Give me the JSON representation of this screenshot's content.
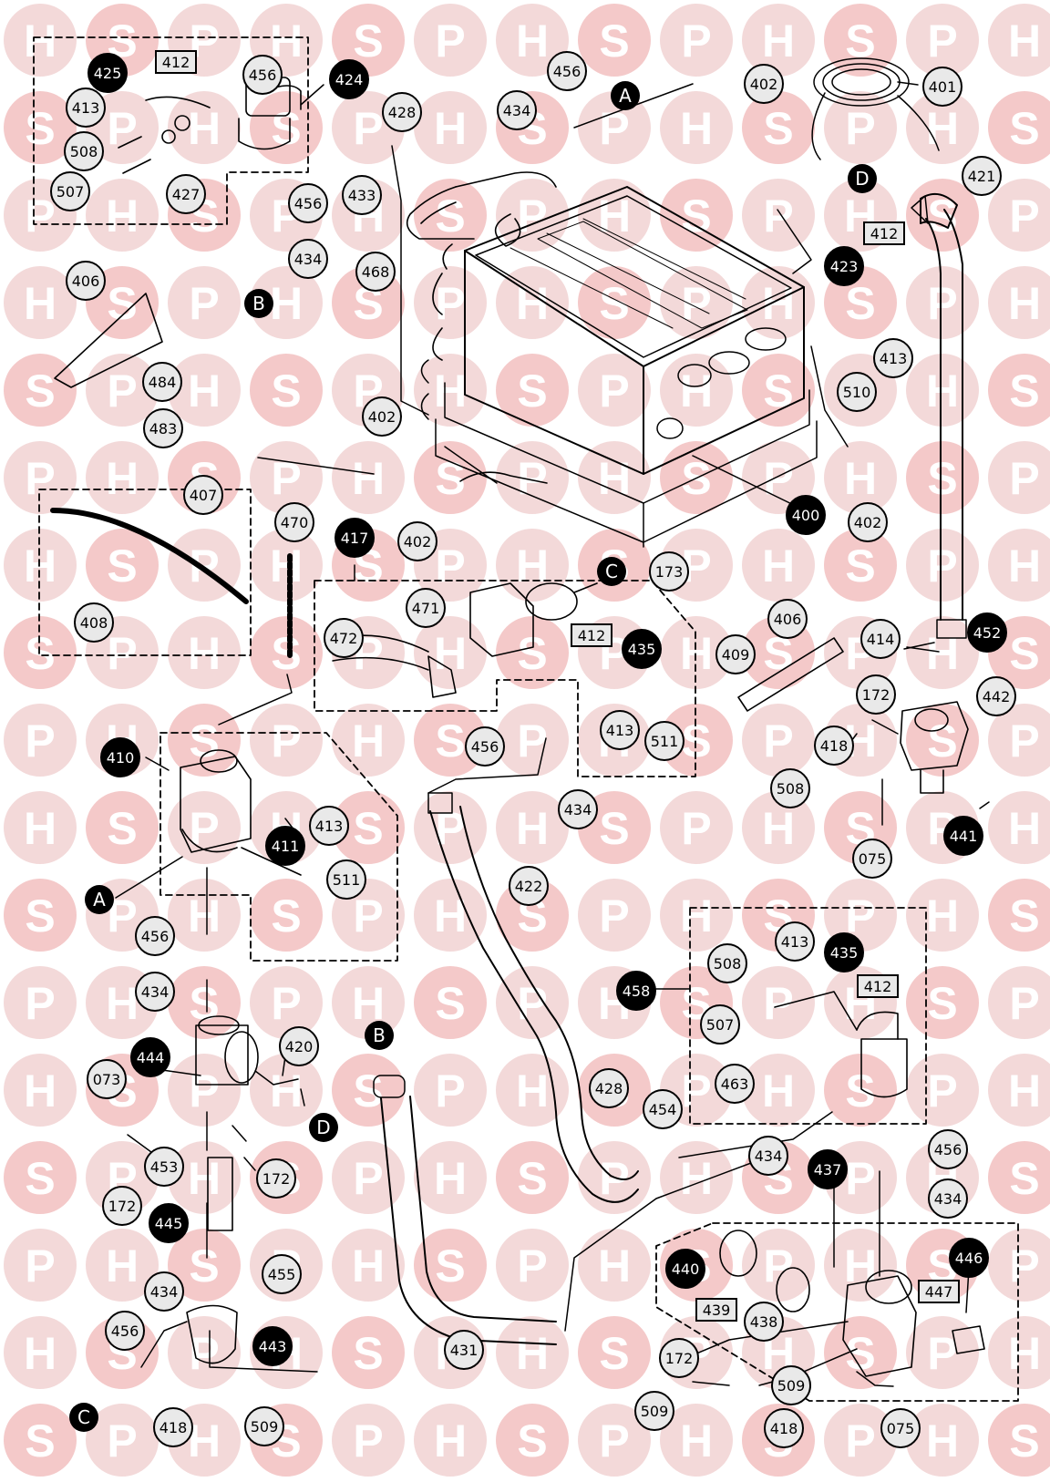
{
  "watermark": {
    "letters": [
      "H",
      "S",
      "P"
    ],
    "circle_color": "#f3d9d9",
    "letter_color": "#ffffff",
    "s_accent_color": "#f4c9c9"
  },
  "diagram": {
    "line_color": "#000000",
    "label_fill": "#e9e9e9",
    "filled_fill": "#000000",
    "parts": [
      {
        "id": "425",
        "style": "filled"
      },
      {
        "id": "412",
        "style": "box"
      },
      {
        "id": "424",
        "style": "filled"
      },
      {
        "id": "413",
        "style": "circle"
      },
      {
        "id": "508",
        "style": "circle"
      },
      {
        "id": "507",
        "style": "circle"
      },
      {
        "id": "427",
        "style": "circle"
      },
      {
        "id": "428",
        "style": "circle"
      },
      {
        "id": "433",
        "style": "circle"
      },
      {
        "id": "456",
        "style": "circle"
      },
      {
        "id": "434",
        "style": "circle"
      },
      {
        "id": "402",
        "style": "circle"
      },
      {
        "id": "401",
        "style": "circle"
      },
      {
        "id": "421",
        "style": "circle"
      },
      {
        "id": "423",
        "style": "filled"
      },
      {
        "id": "406",
        "style": "circle"
      },
      {
        "id": "468",
        "style": "circle"
      },
      {
        "id": "484",
        "style": "circle"
      },
      {
        "id": "483",
        "style": "circle"
      },
      {
        "id": "510",
        "style": "circle"
      },
      {
        "id": "400",
        "style": "filled"
      },
      {
        "id": "407",
        "style": "circle"
      },
      {
        "id": "408",
        "style": "circle"
      },
      {
        "id": "470",
        "style": "circle"
      },
      {
        "id": "417",
        "style": "filled"
      },
      {
        "id": "173",
        "style": "circle"
      },
      {
        "id": "471",
        "style": "circle"
      },
      {
        "id": "472",
        "style": "circle"
      },
      {
        "id": "435",
        "style": "filled"
      },
      {
        "id": "409",
        "style": "circle"
      },
      {
        "id": "414",
        "style": "circle"
      },
      {
        "id": "452",
        "style": "filled"
      },
      {
        "id": "172",
        "style": "circle"
      },
      {
        "id": "442",
        "style": "circle"
      },
      {
        "id": "511",
        "style": "circle"
      },
      {
        "id": "418",
        "style": "circle"
      },
      {
        "id": "410",
        "style": "filled"
      },
      {
        "id": "509",
        "style": "circle"
      },
      {
        "id": "441",
        "style": "filled"
      },
      {
        "id": "411",
        "style": "filled"
      },
      {
        "id": "075",
        "style": "circle"
      },
      {
        "id": "422",
        "style": "circle"
      },
      {
        "id": "458",
        "style": "filled"
      },
      {
        "id": "463",
        "style": "circle"
      },
      {
        "id": "444",
        "style": "filled"
      },
      {
        "id": "420",
        "style": "circle"
      },
      {
        "id": "073",
        "style": "circle"
      },
      {
        "id": "454",
        "style": "circle"
      },
      {
        "id": "453",
        "style": "circle"
      },
      {
        "id": "437",
        "style": "filled"
      },
      {
        "id": "445",
        "style": "filled"
      },
      {
        "id": "455",
        "style": "circle"
      },
      {
        "id": "440",
        "style": "filled"
      },
      {
        "id": "446",
        "style": "filled"
      },
      {
        "id": "439",
        "style": "box"
      },
      {
        "id": "438",
        "style": "circle"
      },
      {
        "id": "447",
        "style": "box"
      },
      {
        "id": "443",
        "style": "filled"
      },
      {
        "id": "431",
        "style": "circle"
      }
    ],
    "connectors": [
      "A",
      "B",
      "C",
      "D"
    ]
  }
}
